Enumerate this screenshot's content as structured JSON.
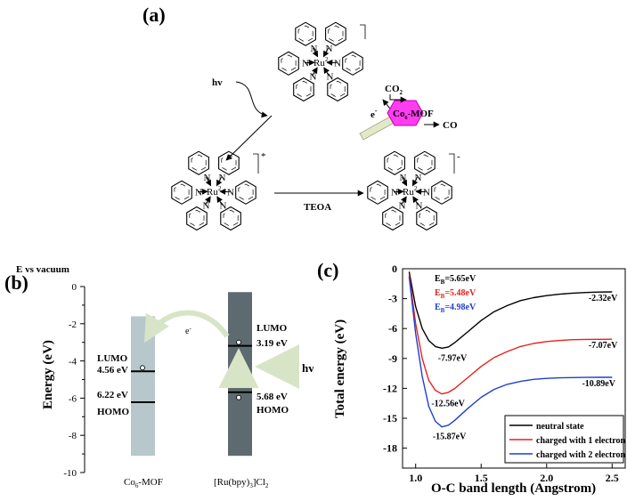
{
  "panels": {
    "a": "(a)",
    "b": "(b)",
    "c": "(c)"
  },
  "scheme": {
    "metal_center": "Ru",
    "charge": "2",
    "star": "*",
    "minus": "-",
    "hv": "hv",
    "teoa": "TEOA",
    "electron": "e",
    "electron_sup": "-",
    "mof_label": "Co",
    "mof_sub": "6",
    "mof_suffix": "-MOF",
    "co2_label": "CO",
    "co2_sub": "2",
    "co_label": "CO",
    "nitrogen": "N"
  },
  "energy_diagram": {
    "header": "E vs vacuum",
    "y_axis_label": "Energy (eV)",
    "y_ticks": [
      "0",
      "-2",
      "-4",
      "-6",
      "-8",
      "-10"
    ],
    "ylim": [
      -10,
      0
    ],
    "colors": {
      "mof_bar": "#b7c7cc",
      "ru_bar": "#5d6b70",
      "arrow": "#d8e4c6"
    },
    "mof": {
      "name": "Co",
      "name_sub": "6",
      "name_suffix": "-MOF",
      "bar_top": -1.6,
      "bar_bottom": -9.1,
      "lumo_value": -4.56,
      "homo_value": -6.22,
      "lumo_text": "LUMO",
      "lumo_energy": "4.56 eV",
      "homo_energy": "6.22 eV",
      "homo_text": "HOMO"
    },
    "ru": {
      "name_pre": "[Ru(bpy)",
      "name_sub1": "3",
      "name_mid": "]Cl",
      "name_sub2": "2",
      "bar_top": -0.3,
      "bar_bottom": -9.1,
      "lumo_value": -3.19,
      "homo_value": -5.68,
      "lumo_text": "LUMO",
      "lumo_energy": "3.19 eV",
      "homo_energy": "5.68 eV",
      "homo_text": "HOMO"
    },
    "electron_label": "e",
    "electron_sup": "-",
    "hv_label": "hv"
  },
  "chart_data": {
    "type": "line",
    "xlabel": "O-C band length (Angstrom)",
    "ylabel": "Total energy (eV)",
    "xlim": [
      0.9,
      2.6
    ],
    "ylim": [
      -20,
      0
    ],
    "x_ticks": [
      "1.0",
      "1.5",
      "2.0",
      "2.5"
    ],
    "x_tick_values": [
      1.0,
      1.5,
      2.0,
      2.5
    ],
    "y_ticks": [
      "0",
      "-3",
      "-6",
      "-9",
      "-12",
      "-15",
      "-18"
    ],
    "y_tick_values": [
      0,
      -3,
      -6,
      -9,
      -12,
      -15,
      -18
    ],
    "series": [
      {
        "name": "neutral state",
        "color": "#000000",
        "x": [
          0.95,
          1.0,
          1.05,
          1.1,
          1.15,
          1.2,
          1.25,
          1.3,
          1.4,
          1.5,
          1.6,
          1.7,
          1.8,
          1.9,
          2.0,
          2.1,
          2.2,
          2.3,
          2.4,
          2.5
        ],
        "y": [
          -0.3,
          -3.8,
          -6.0,
          -7.2,
          -7.8,
          -7.97,
          -7.85,
          -7.4,
          -6.3,
          -5.2,
          -4.3,
          -3.7,
          -3.2,
          -2.9,
          -2.7,
          -2.55,
          -2.45,
          -2.38,
          -2.34,
          -2.32
        ]
      },
      {
        "name": "charged with 1 electron",
        "color": "#e8201c",
        "x": [
          0.95,
          1.0,
          1.05,
          1.1,
          1.15,
          1.2,
          1.25,
          1.3,
          1.4,
          1.5,
          1.6,
          1.7,
          1.8,
          1.9,
          2.0,
          2.1,
          2.2,
          2.3,
          2.4,
          2.5
        ],
        "y": [
          -0.6,
          -5.5,
          -9.0,
          -11.2,
          -12.2,
          -12.56,
          -12.4,
          -12.0,
          -10.9,
          -9.8,
          -8.9,
          -8.3,
          -7.8,
          -7.5,
          -7.3,
          -7.2,
          -7.12,
          -7.09,
          -7.08,
          -7.07
        ]
      },
      {
        "name": "charged with 2 electron",
        "color": "#1f3fcf",
        "x": [
          0.95,
          1.0,
          1.05,
          1.1,
          1.15,
          1.2,
          1.25,
          1.3,
          1.4,
          1.5,
          1.6,
          1.7,
          1.8,
          1.9,
          2.0,
          2.1,
          2.2,
          2.3,
          2.4,
          2.5
        ],
        "y": [
          -0.8,
          -6.5,
          -10.8,
          -13.8,
          -15.3,
          -15.87,
          -15.7,
          -15.2,
          -14.0,
          -12.9,
          -12.1,
          -11.6,
          -11.3,
          -11.1,
          -11.0,
          -10.95,
          -10.92,
          -10.9,
          -10.89,
          -10.89
        ]
      }
    ],
    "annotations": [
      {
        "text": "-7.97eV",
        "color": "#000000"
      },
      {
        "text": "-2.32eV",
        "color": "#000000"
      },
      {
        "text": "-12.56eV",
        "color": "#000000"
      },
      {
        "text": "-7.07eV",
        "color": "#000000"
      },
      {
        "text": "-15.87eV",
        "color": "#000000"
      },
      {
        "text": "-10.89eV",
        "color": "#000000"
      }
    ],
    "binding_energies": [
      {
        "label": "E",
        "sub": "B",
        "value": "=5.65eV",
        "color": "#000000"
      },
      {
        "label": "E",
        "sub": "B",
        "value": "=5.48eV",
        "color": "#e8201c"
      },
      {
        "label": "E",
        "sub": "B",
        "value": "=4.98eV",
        "color": "#1f3fcf"
      }
    ],
    "legend_position": "bottom-right"
  }
}
